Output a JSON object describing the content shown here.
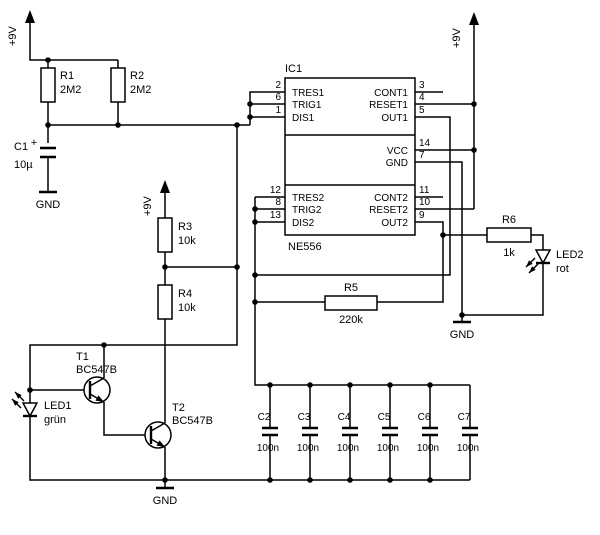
{
  "power": {
    "rail_label": "+9V",
    "ground_label": "GND"
  },
  "ic": {
    "designator": "IC1",
    "part": "NE556",
    "left_pins": [
      {
        "number": "2",
        "name": "TRES1"
      },
      {
        "number": "6",
        "name": "TRIG1"
      },
      {
        "number": "1",
        "name": "DIS1"
      },
      {
        "number": "12",
        "name": "TRES2"
      },
      {
        "number": "8",
        "name": "TRIG2"
      },
      {
        "number": "13",
        "name": "DIS2"
      }
    ],
    "right_pins": [
      {
        "number": "3",
        "name": "CONT1"
      },
      {
        "number": "4",
        "name": "RESET1"
      },
      {
        "number": "5",
        "name": "OUT1"
      },
      {
        "number": "14",
        "name": "VCC"
      },
      {
        "number": "7",
        "name": "GND"
      },
      {
        "number": "11",
        "name": "CONT2"
      },
      {
        "number": "10",
        "name": "RESET2"
      },
      {
        "number": "9",
        "name": "OUT2"
      }
    ]
  },
  "resistors": [
    {
      "ref": "R1",
      "value": "2M2"
    },
    {
      "ref": "R2",
      "value": "2M2"
    },
    {
      "ref": "R3",
      "value": "10k"
    },
    {
      "ref": "R4",
      "value": "10k"
    },
    {
      "ref": "R5",
      "value": "220k"
    },
    {
      "ref": "R6",
      "value": "1k"
    }
  ],
  "capacitors": [
    {
      "ref": "C1",
      "value": "10µ",
      "polarity": "+"
    },
    {
      "ref": "C2",
      "value": "100n"
    },
    {
      "ref": "C3",
      "value": "100n"
    },
    {
      "ref": "C4",
      "value": "100n"
    },
    {
      "ref": "C5",
      "value": "100n"
    },
    {
      "ref": "C6",
      "value": "100n"
    },
    {
      "ref": "C7",
      "value": "100n"
    }
  ],
  "transistors": [
    {
      "ref": "T1",
      "value": "BC547B"
    },
    {
      "ref": "T2",
      "value": "BC547B"
    }
  ],
  "leds": [
    {
      "ref": "LED1",
      "value": "grün"
    },
    {
      "ref": "LED2",
      "value": "rot"
    }
  ],
  "colors": {
    "line": "#000000",
    "background": "#ffffff"
  }
}
